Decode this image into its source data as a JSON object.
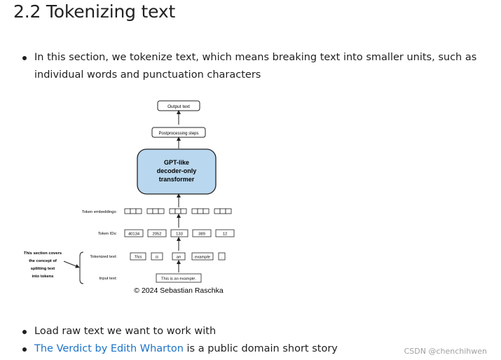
{
  "page": {
    "title": "2.2 Tokenizing text",
    "bullets": [
      {
        "text": "In this section, we tokenize text, which means breaking text into smaller units, such as individual words and punctuation characters"
      },
      {
        "text": "Load raw text we want to work with"
      },
      {
        "link": "The Verdict by Edith Wharton",
        "text": " is a public domain short story"
      }
    ],
    "watermark": "CSDN @chenchihwen"
  },
  "figure": {
    "output_text": "Output text",
    "postprocessing": "Postprocessing steps",
    "model": [
      "GPT-like",
      "decoder-only",
      "transformer"
    ],
    "row_labels": {
      "embeddings": "Token embeddings:",
      "ids": "Token IDs:",
      "tokenized": "Tokenized text:",
      "input": "Input text:"
    },
    "token_ids": [
      "40134",
      "2052",
      "133",
      "389",
      "12"
    ],
    "tokens": [
      "This",
      "is",
      "an",
      "example",
      "."
    ],
    "input_text": "This is an example.",
    "side_note": [
      "This section covers",
      "the concept of",
      "splitting text",
      "into tokens"
    ],
    "copyright": "© 2024 Sebastian Raschka",
    "colors": {
      "model_fill": "#b9d7ee",
      "stroke": "#222222"
    }
  }
}
